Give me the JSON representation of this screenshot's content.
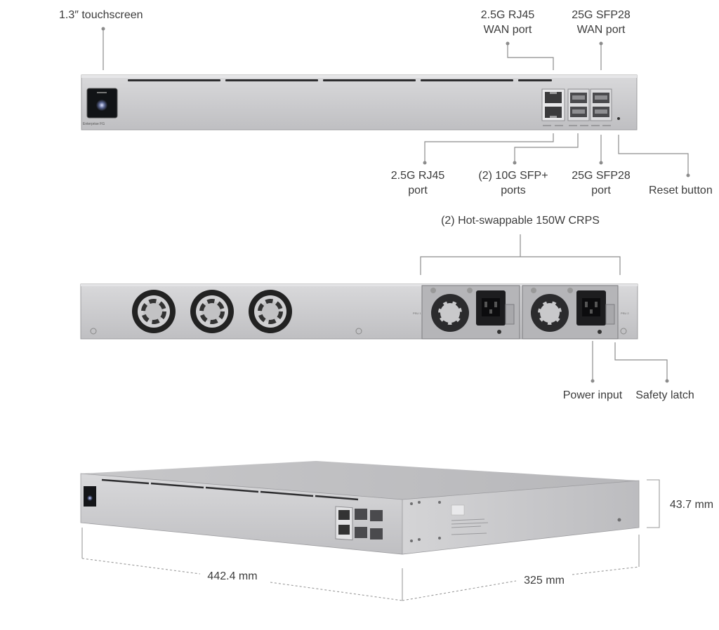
{
  "front_view": {
    "touchscreen_label": "1.3″ touchscreen",
    "wan_rj45_label": [
      "2.5G RJ45",
      "WAN port"
    ],
    "wan_sfp28_label": [
      "25G SFP28",
      "WAN port"
    ],
    "rj45_label": [
      "2.5G RJ45",
      "port"
    ],
    "sfp_plus_label": [
      "(2) 10G SFP+",
      "ports"
    ],
    "sfp28_label": [
      "25G SFP28",
      "port"
    ],
    "reset_label": "Reset button",
    "device_brand": "Enterprise FG"
  },
  "rear_view": {
    "psu_label": "(2) Hot-swappable 150W CRPS",
    "power_input_label": "Power input",
    "safety_latch_label": "Safety latch",
    "psu1_tag": "PSU 1",
    "psu2_tag": "PSU 2"
  },
  "dimensions": {
    "width": "442.4 mm",
    "depth": "325 mm",
    "height": "43.7 mm"
  },
  "colors": {
    "chassis": "#c9c9cb",
    "chassis_dark": "#a9a9ac",
    "callout_line": "#8c8c8c",
    "text": "#3c3c3c"
  }
}
